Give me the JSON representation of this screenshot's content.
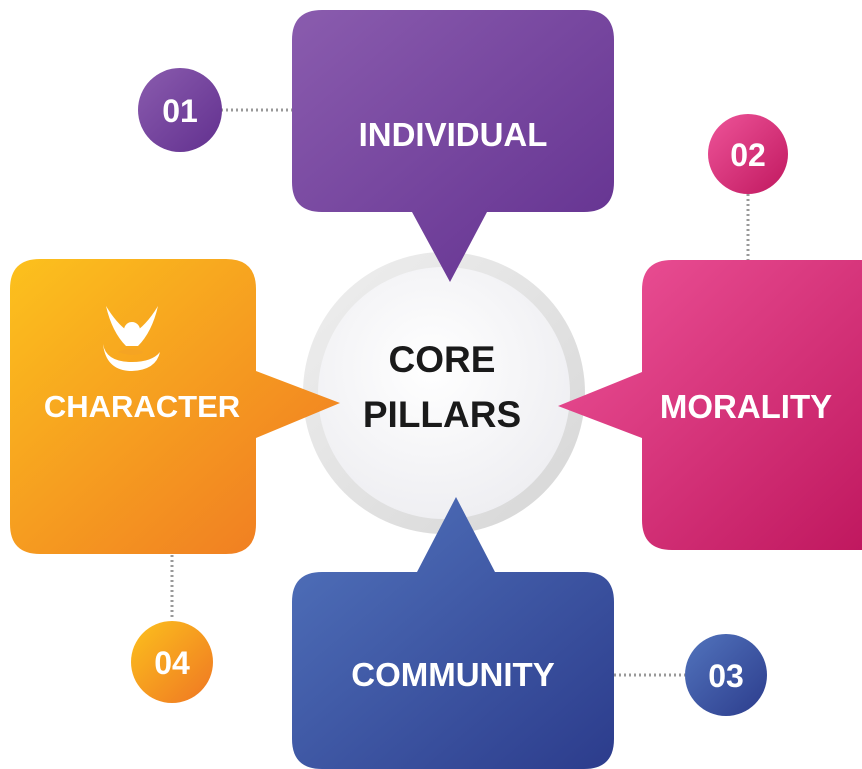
{
  "center": {
    "line1": "CORE",
    "line2": "PILLARS"
  },
  "pillars": [
    {
      "id": "individual",
      "label": "INDIVIDUAL",
      "number": "01",
      "color_start": "#8a5cae",
      "color_end": "#62308f"
    },
    {
      "id": "morality",
      "label": "MORALITY",
      "number": "02",
      "color_start": "#ea4a90",
      "color_end": "#c41b63"
    },
    {
      "id": "community",
      "label": "COMMUNITY",
      "number": "03",
      "color_start": "#4f6fba",
      "color_end": "#2e3f8e"
    },
    {
      "id": "character",
      "label": "CHARACTER",
      "number": "04",
      "color_start": "#fbbd1f",
      "color_end": "#f07c22"
    }
  ],
  "icons": {
    "character": "person-with-raised-arms-icon"
  },
  "colors": {
    "connector": "#999999",
    "center_ring": "#e3e3e3",
    "center_fill": "#f5f5f7",
    "center_text": "#1a1a1a"
  }
}
